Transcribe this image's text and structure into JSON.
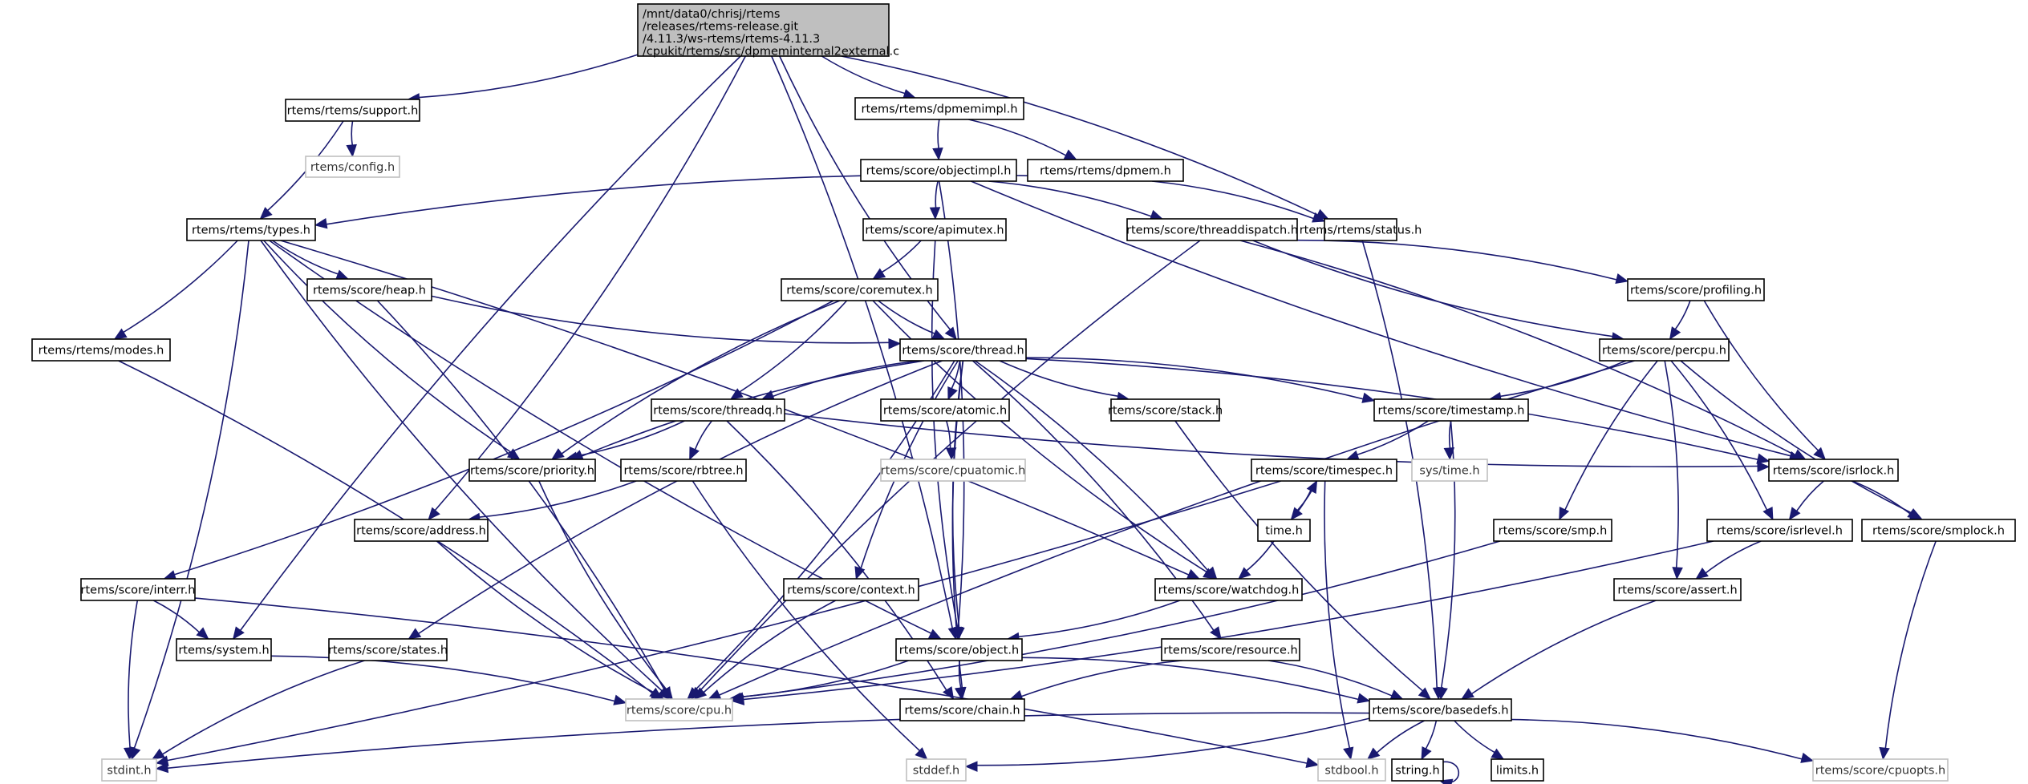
{
  "graph": {
    "type": "include-dependency-graph",
    "root": {
      "lines": [
        "/mnt/data0/chrisj/rtems",
        "/releases/rtems-release.git",
        "/4.11.3/ws-rtems/rtems-4.11.3",
        "/cpukit/rtems/src/dpmeminternal2external.c"
      ]
    },
    "colors": {
      "edge": "#191970",
      "root_fill": "#bfbfbf",
      "node_border": "#000000",
      "external_border": "#bfbfbf"
    },
    "nodes": [
      {
        "id": "support",
        "label": "rtems/rtems/support.h",
        "external": false
      },
      {
        "id": "config",
        "label": "rtems/config.h",
        "external": true
      },
      {
        "id": "dpmemimpl",
        "label": "rtems/rtems/dpmemimpl.h",
        "external": false
      },
      {
        "id": "objectimpl",
        "label": "rtems/score/objectimpl.h",
        "external": false
      },
      {
        "id": "dpmem",
        "label": "rtems/rtems/dpmem.h",
        "external": false
      },
      {
        "id": "types",
        "label": "rtems/rtems/types.h",
        "external": false
      },
      {
        "id": "apimutex",
        "label": "rtems/score/apimutex.h",
        "external": false
      },
      {
        "id": "threaddispatch",
        "label": "rtems/score/threaddispatch.h",
        "external": false
      },
      {
        "id": "status",
        "label": "rtems/rtems/status.h",
        "external": false
      },
      {
        "id": "heap",
        "label": "rtems/score/heap.h",
        "external": false
      },
      {
        "id": "coremutex",
        "label": "rtems/score/coremutex.h",
        "external": false
      },
      {
        "id": "profiling",
        "label": "rtems/score/profiling.h",
        "external": false
      },
      {
        "id": "modes",
        "label": "rtems/rtems/modes.h",
        "external": false
      },
      {
        "id": "thread",
        "label": "rtems/score/thread.h",
        "external": false
      },
      {
        "id": "percpu",
        "label": "rtems/score/percpu.h",
        "external": false
      },
      {
        "id": "threadq",
        "label": "rtems/score/threadq.h",
        "external": false
      },
      {
        "id": "atomic",
        "label": "rtems/score/atomic.h",
        "external": false
      },
      {
        "id": "stack",
        "label": "rtems/score/stack.h",
        "external": false
      },
      {
        "id": "timestamp",
        "label": "rtems/score/timestamp.h",
        "external": false
      },
      {
        "id": "priority",
        "label": "rtems/score/priority.h",
        "external": false
      },
      {
        "id": "rbtree",
        "label": "rtems/score/rbtree.h",
        "external": false
      },
      {
        "id": "cpuatomic",
        "label": "rtems/score/cpuatomic.h",
        "external": true
      },
      {
        "id": "timespec",
        "label": "rtems/score/timespec.h",
        "external": false
      },
      {
        "id": "systime",
        "label": "sys/time.h",
        "external": true
      },
      {
        "id": "isrlock",
        "label": "rtems/score/isrlock.h",
        "external": false
      },
      {
        "id": "address",
        "label": "rtems/score/address.h",
        "external": false
      },
      {
        "id": "time",
        "label": "time.h",
        "external": false
      },
      {
        "id": "smp",
        "label": "rtems/score/smp.h",
        "external": false
      },
      {
        "id": "isrlevel",
        "label": "rtems/score/isrlevel.h",
        "external": false
      },
      {
        "id": "smplock",
        "label": "rtems/score/smplock.h",
        "external": false
      },
      {
        "id": "interr",
        "label": "rtems/score/interr.h",
        "external": false
      },
      {
        "id": "context",
        "label": "rtems/score/context.h",
        "external": false
      },
      {
        "id": "watchdog",
        "label": "rtems/score/watchdog.h",
        "external": false
      },
      {
        "id": "assert",
        "label": "rtems/score/assert.h",
        "external": false
      },
      {
        "id": "system",
        "label": "rtems/system.h",
        "external": false
      },
      {
        "id": "states",
        "label": "rtems/score/states.h",
        "external": false
      },
      {
        "id": "object",
        "label": "rtems/score/object.h",
        "external": false
      },
      {
        "id": "resource",
        "label": "rtems/score/resource.h",
        "external": false
      },
      {
        "id": "cpu",
        "label": "rtems/score/cpu.h",
        "external": true
      },
      {
        "id": "chain",
        "label": "rtems/score/chain.h",
        "external": false
      },
      {
        "id": "basedefs",
        "label": "rtems/score/basedefs.h",
        "external": false
      },
      {
        "id": "stdint",
        "label": "stdint.h",
        "external": true
      },
      {
        "id": "stddef",
        "label": "stddef.h",
        "external": true
      },
      {
        "id": "stdbool",
        "label": "stdbool.h",
        "external": true
      },
      {
        "id": "string",
        "label": "string.h",
        "external": false
      },
      {
        "id": "limits",
        "label": "limits.h",
        "external": false
      },
      {
        "id": "cpuopts",
        "label": "rtems/score/cpuopts.h",
        "external": true
      }
    ],
    "edges": [
      [
        "root",
        "support"
      ],
      [
        "root",
        "dpmemimpl"
      ],
      [
        "root",
        "status"
      ],
      [
        "root",
        "thread"
      ],
      [
        "root",
        "address"
      ],
      [
        "root",
        "system"
      ],
      [
        "root",
        "object"
      ],
      [
        "support",
        "config"
      ],
      [
        "support",
        "types"
      ],
      [
        "dpmemimpl",
        "objectimpl"
      ],
      [
        "dpmemimpl",
        "dpmem"
      ],
      [
        "objectimpl",
        "apimutex"
      ],
      [
        "objectimpl",
        "threaddispatch"
      ],
      [
        "objectimpl",
        "isrlock"
      ],
      [
        "objectimpl",
        "object"
      ],
      [
        "dpmem",
        "types"
      ],
      [
        "dpmem",
        "status"
      ],
      [
        "types",
        "heap"
      ],
      [
        "types",
        "modes"
      ],
      [
        "types",
        "priority"
      ],
      [
        "types",
        "stdint"
      ],
      [
        "types",
        "object"
      ],
      [
        "types",
        "watchdog"
      ],
      [
        "types",
        "cpu"
      ],
      [
        "apimutex",
        "coremutex"
      ],
      [
        "apimutex",
        "object"
      ],
      [
        "threaddispatch",
        "profiling"
      ],
      [
        "threaddispatch",
        "percpu"
      ],
      [
        "threaddispatch",
        "isrlock"
      ],
      [
        "threaddispatch",
        "cpu"
      ],
      [
        "status",
        "basedefs"
      ],
      [
        "heap",
        "thread"
      ],
      [
        "heap",
        "cpu"
      ],
      [
        "coremutex",
        "thread"
      ],
      [
        "coremutex",
        "threadq"
      ],
      [
        "coremutex",
        "priority"
      ],
      [
        "coremutex",
        "interr"
      ],
      [
        "coremutex",
        "watchdog"
      ],
      [
        "profiling",
        "percpu"
      ],
      [
        "profiling",
        "isrlock"
      ],
      [
        "modes",
        "cpu"
      ],
      [
        "thread",
        "threadq"
      ],
      [
        "thread",
        "atomic"
      ],
      [
        "thread",
        "stack"
      ],
      [
        "thread",
        "timestamp"
      ],
      [
        "thread",
        "priority"
      ],
      [
        "thread",
        "isrlock"
      ],
      [
        "thread",
        "context"
      ],
      [
        "thread",
        "watchdog"
      ],
      [
        "thread",
        "object"
      ],
      [
        "thread",
        "resource"
      ],
      [
        "thread",
        "states"
      ],
      [
        "thread",
        "cpu"
      ],
      [
        "thread",
        "chain"
      ],
      [
        "percpu",
        "timestamp"
      ],
      [
        "percpu",
        "smp"
      ],
      [
        "percpu",
        "isrlevel"
      ],
      [
        "percpu",
        "smplock"
      ],
      [
        "percpu",
        "assert"
      ],
      [
        "percpu",
        "cpu"
      ],
      [
        "threadq",
        "priority"
      ],
      [
        "threadq",
        "rbtree"
      ],
      [
        "threadq",
        "chain"
      ],
      [
        "threadq",
        "isrlock"
      ],
      [
        "atomic",
        "cpuatomic"
      ],
      [
        "stack",
        "basedefs"
      ],
      [
        "timestamp",
        "timespec"
      ],
      [
        "timestamp",
        "systime"
      ],
      [
        "timestamp",
        "basedefs"
      ],
      [
        "priority",
        "cpu"
      ],
      [
        "rbtree",
        "address"
      ],
      [
        "rbtree",
        "stddef"
      ],
      [
        "timespec",
        "time"
      ],
      [
        "timespec",
        "stdbool"
      ],
      [
        "timespec",
        "stdint"
      ],
      [
        "time",
        "timespec"
      ],
      [
        "time",
        "watchdog"
      ],
      [
        "isrlock",
        "isrlevel"
      ],
      [
        "isrlock",
        "smplock"
      ],
      [
        "address",
        "cpu"
      ],
      [
        "smp",
        "cpu"
      ],
      [
        "isrlevel",
        "assert"
      ],
      [
        "isrlevel",
        "cpu"
      ],
      [
        "smplock",
        "cpuopts"
      ],
      [
        "interr",
        "system"
      ],
      [
        "interr",
        "stdint"
      ],
      [
        "interr",
        "stdbool"
      ],
      [
        "context",
        "cpu"
      ],
      [
        "watchdog",
        "object"
      ],
      [
        "assert",
        "basedefs"
      ],
      [
        "system",
        "cpu"
      ],
      [
        "states",
        "stdint"
      ],
      [
        "object",
        "cpu"
      ],
      [
        "object",
        "chain"
      ],
      [
        "object",
        "basedefs"
      ],
      [
        "resource",
        "chain"
      ],
      [
        "resource",
        "basedefs"
      ],
      [
        "basedefs",
        "stdint"
      ],
      [
        "basedefs",
        "stddef"
      ],
      [
        "basedefs",
        "stdbool"
      ],
      [
        "basedefs",
        "string"
      ],
      [
        "basedefs",
        "limits"
      ],
      [
        "basedefs",
        "cpuopts"
      ],
      [
        "string",
        "string"
      ]
    ]
  }
}
